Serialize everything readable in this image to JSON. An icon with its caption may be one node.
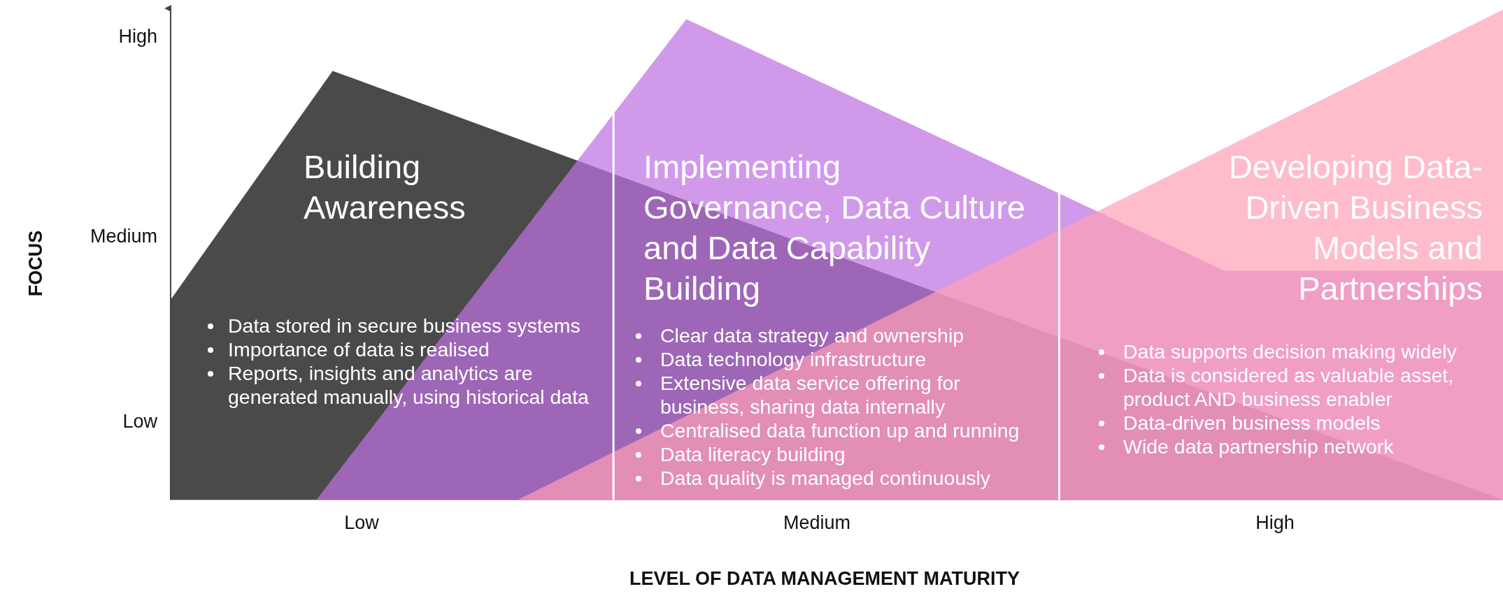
{
  "diagram": {
    "nodes": [
      {
        "text": [
          "Building Awareness",
          "Data stored in secure business systems",
          "Importance of data is realised",
          "Reports, insights and analytics are generated manually, using historical data"
        ]
      },
      {
        "text": [
          "Implementing Governance, Data Culture and Data Capability Building",
          "Clear data strategy and ownership",
          "Data technology infrastructure",
          "Extensive data service offering for business, sharing data internally",
          "Centralised data function up and running",
          "Data literacy building",
          "Data quality is managed continuously"
        ]
      },
      {
        "text": [
          "Developing Data-Driven Business Models and Partnerships",
          "Data supports decision making widely",
          "Data is considered as valuable asset, product AND business enabler",
          "Data-driven business models",
          "Wide data partnership network"
        ]
      }
    ],
    "labels": [
      "High",
      "Medium",
      "FOCUS",
      "Low",
      "Low",
      "Medium",
      "High",
      "LEVEL OF DATA MANAGEMENT MATURITY"
    ]
  }
}
